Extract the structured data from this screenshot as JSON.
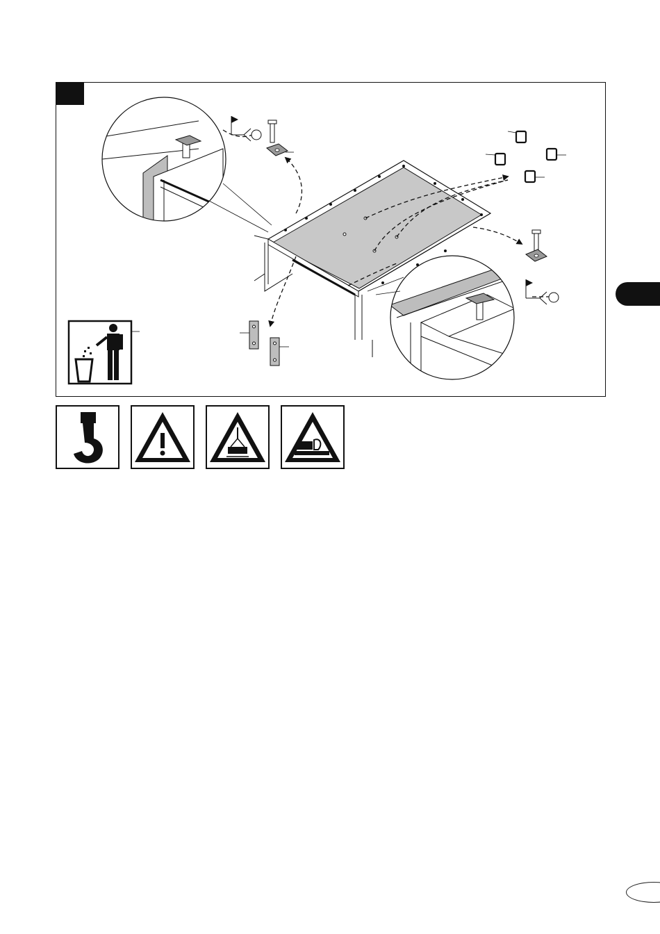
{
  "figure": {
    "step_marker": "",
    "parts": [
      "bolt",
      "guide-plate",
      "clip",
      "strap-plate",
      "weld-symbol"
    ]
  },
  "icons": [
    {
      "name": "crane-hook-icon"
    },
    {
      "name": "warning-exclamation-icon"
    },
    {
      "name": "warning-suspended-load-icon"
    },
    {
      "name": "warning-crush-hazard-icon"
    }
  ],
  "disposal_icon": "disposal-bin-icon",
  "colors": {
    "ink": "#111111",
    "panel": "#c8c8c8",
    "plate": "#bdbdbd"
  }
}
